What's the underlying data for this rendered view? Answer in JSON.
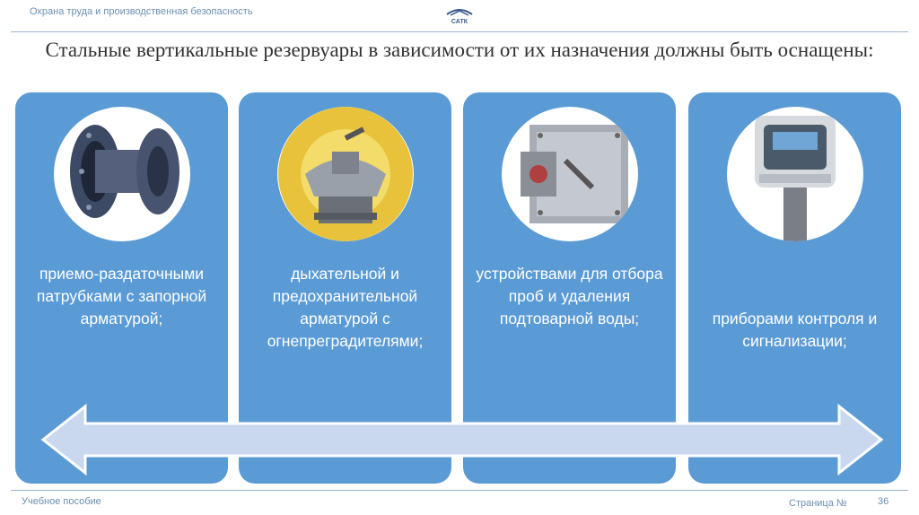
{
  "header": {
    "course": "Охрана труда и производственная безопасность",
    "logo_text": "САТК"
  },
  "title": "Стальные вертикальные резервуары в зависимости от их назначения должны быть оснащены:",
  "cards": [
    {
      "text": "приемо-раздаточными патрубками с запорной арматурой;",
      "image": "pipe-fitting-icon"
    },
    {
      "text": "дыхательной и предохранительной арматурой с огнепреградителями;",
      "image": "breather-valve-icon"
    },
    {
      "text": "устройствами для отбора проб и удаления подтоварной воды;",
      "image": "sampler-hatch-icon"
    },
    {
      "text": "приборами контроля и сигнализации;",
      "image": "gas-detector-icon"
    }
  ],
  "footer": {
    "left": "Учебное пособие",
    "page_label": "Страница №",
    "page_number": "36"
  },
  "colors": {
    "card": "#5b9bd5",
    "arrow_fill": "#c9d8ee",
    "accent_text": "#6b8fb3"
  }
}
